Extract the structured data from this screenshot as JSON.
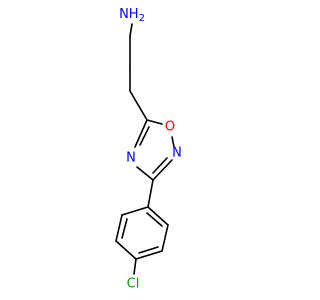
{
  "molecule": {
    "atoms": {
      "amine": {
        "text": "NH",
        "subscript": "2",
        "color": "#0000ff"
      },
      "ring_o": {
        "text": "O",
        "color": "#ff0000"
      },
      "ring_n2": {
        "text": "N",
        "color": "#0000ff"
      },
      "ring_n4": {
        "text": "N",
        "color": "#0000ff"
      },
      "chlorine": {
        "text": "Cl",
        "color": "#00a000"
      }
    },
    "bond_color": "#000000"
  }
}
